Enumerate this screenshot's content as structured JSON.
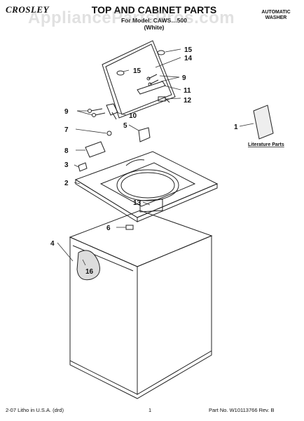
{
  "header": {
    "brand": "CROSLEY",
    "title": "TOP AND CABINET PARTS",
    "model_line": "For Model: CAWS…500",
    "color_line": "(White)",
    "product_line1": "AUTOMATIC",
    "product_line2": "WASHER"
  },
  "watermark": "AppliancePartsPros.com",
  "literature_label": "Literature Parts",
  "callouts": {
    "c1": "1",
    "c2": "2",
    "c3": "3",
    "c4": "4",
    "c5": "5",
    "c6": "6",
    "c7": "7",
    "c8": "8",
    "c9a": "9",
    "c9b": "9",
    "c10": "10",
    "c11": "11",
    "c12": "12",
    "c13": "13",
    "c14": "14",
    "c15a": "15",
    "c15b": "15",
    "c16": "16"
  },
  "footer": {
    "left": "2-07 Litho in U.S.A. (drd)",
    "page": "1",
    "part_no": "Part No. W10113766 Rev. B"
  }
}
